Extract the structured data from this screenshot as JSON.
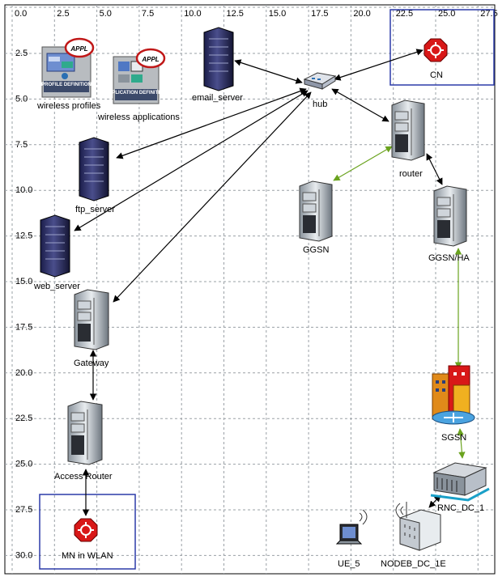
{
  "grid": {
    "x_ticks": [
      "0.0",
      "2.5",
      "5.0",
      "7.5",
      "10.0",
      "12.5",
      "15.0",
      "17.5",
      "20.0",
      "22.5",
      "25.0",
      "27.5"
    ],
    "y_ticks": [
      "2.5",
      "5.0",
      "7.5",
      "10.0",
      "12.5",
      "15.0",
      "17.5",
      "20.0",
      "22.5",
      "25.0",
      "27.5",
      "30.0"
    ]
  },
  "colors": {
    "background": "#ffffff",
    "grid": "#9aa0a6",
    "subnet_box": "#2b3aa8",
    "black_link": "#000000",
    "green_link": "#6aa31e",
    "router_red": "#d81818"
  },
  "nodes": {
    "profiles": {
      "label": "wireless profiles",
      "icon": "profile-definition-icon",
      "badge": "APPL",
      "caption": "PROFILE DEFINITION"
    },
    "applications": {
      "label": "wireless applications",
      "icon": "application-definition-icon",
      "badge": "APPL",
      "caption": "APPLICATION DEFINITION"
    },
    "email_server": {
      "label": "email_server",
      "icon": "server-icon"
    },
    "hub": {
      "label": "hub",
      "icon": "hub-icon"
    },
    "cn": {
      "label": "CN",
      "icon": "router-octagon-icon"
    },
    "router": {
      "label": "router",
      "icon": "router-rack-icon"
    },
    "ftp_server": {
      "label": "ftp_server",
      "icon": "server-icon"
    },
    "ggsn": {
      "label": "GGSN",
      "icon": "router-rack-icon"
    },
    "ggsn_ha": {
      "label": "GGSN/HA",
      "icon": "router-rack-icon"
    },
    "web_server": {
      "label": "web_server",
      "icon": "server-icon"
    },
    "gateway": {
      "label": "Gateway",
      "icon": "router-rack-icon"
    },
    "sgsn": {
      "label": "SGSN",
      "icon": "building-icon"
    },
    "access_router": {
      "label": "Access Router",
      "icon": "router-rack-icon"
    },
    "rnc": {
      "label": "RNC_DC_1",
      "icon": "rnc-icon"
    },
    "mn": {
      "label": "MN in WLAN",
      "icon": "router-octagon-icon"
    },
    "ue": {
      "label": "UE_5",
      "icon": "laptop-icon"
    },
    "nodeb": {
      "label": "NODEB_DC_1E",
      "icon": "nodeb-icon"
    }
  },
  "links": [
    {
      "from": "hub",
      "to": "email_server",
      "style": "black"
    },
    {
      "from": "hub",
      "to": "cn",
      "style": "black"
    },
    {
      "from": "hub",
      "to": "router",
      "style": "black"
    },
    {
      "from": "hub",
      "to": "ftp_server",
      "style": "black"
    },
    {
      "from": "hub",
      "to": "web_server",
      "style": "black"
    },
    {
      "from": "hub",
      "to": "gateway",
      "style": "black"
    },
    {
      "from": "router",
      "to": "ggsn",
      "style": "green"
    },
    {
      "from": "router",
      "to": "ggsn_ha",
      "style": "black"
    },
    {
      "from": "ggsn_ha",
      "to": "sgsn",
      "style": "green"
    },
    {
      "from": "sgsn",
      "to": "rnc",
      "style": "green"
    },
    {
      "from": "rnc",
      "to": "nodeb",
      "style": "black"
    },
    {
      "from": "gateway",
      "to": "access_router",
      "style": "black"
    },
    {
      "from": "access_router",
      "to": "mn",
      "style": "black"
    }
  ]
}
